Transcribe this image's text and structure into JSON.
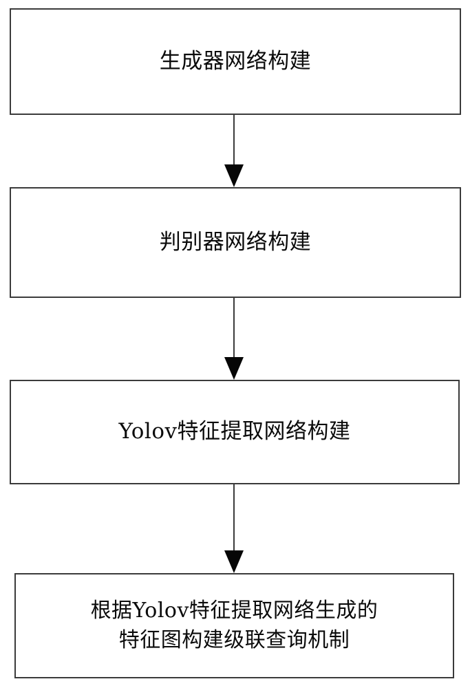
{
  "diagram": {
    "type": "flowchart",
    "orientation": "top-to-bottom",
    "title": "",
    "nodes": [
      {
        "id": "generator",
        "label": "生成器网络构建",
        "shape": "rectangle",
        "order": 1
      },
      {
        "id": "discriminator",
        "label": "判别器网络构建",
        "shape": "rectangle",
        "order": 2
      },
      {
        "id": "yolov_feature",
        "label": "Yolov特征提取网络构建",
        "shape": "rectangle",
        "order": 3
      },
      {
        "id": "cascade_query",
        "label": "根据Yolov特征提取网络生成的\n特征图构建级联查询机制",
        "shape": "rectangle",
        "order": 4
      }
    ],
    "edges": [
      {
        "id": "edge-1",
        "from": "generator",
        "to": "discriminator",
        "arrow": "filled-triangle-down",
        "label": ""
      },
      {
        "id": "edge-2",
        "from": "discriminator",
        "to": "yolov_feature",
        "arrow": "filled-triangle-down",
        "label": ""
      },
      {
        "id": "edge-3",
        "from": "yolov_feature",
        "to": "cascade_query",
        "arrow": "filled-triangle-down",
        "label": ""
      }
    ],
    "colors": {
      "background": "#ffffff",
      "node_border": "#3a3a3a",
      "node_fill": "#ffffff",
      "text": "#0b0b0b",
      "connector": "#3a3a3a",
      "arrowhead": "#060606"
    }
  }
}
